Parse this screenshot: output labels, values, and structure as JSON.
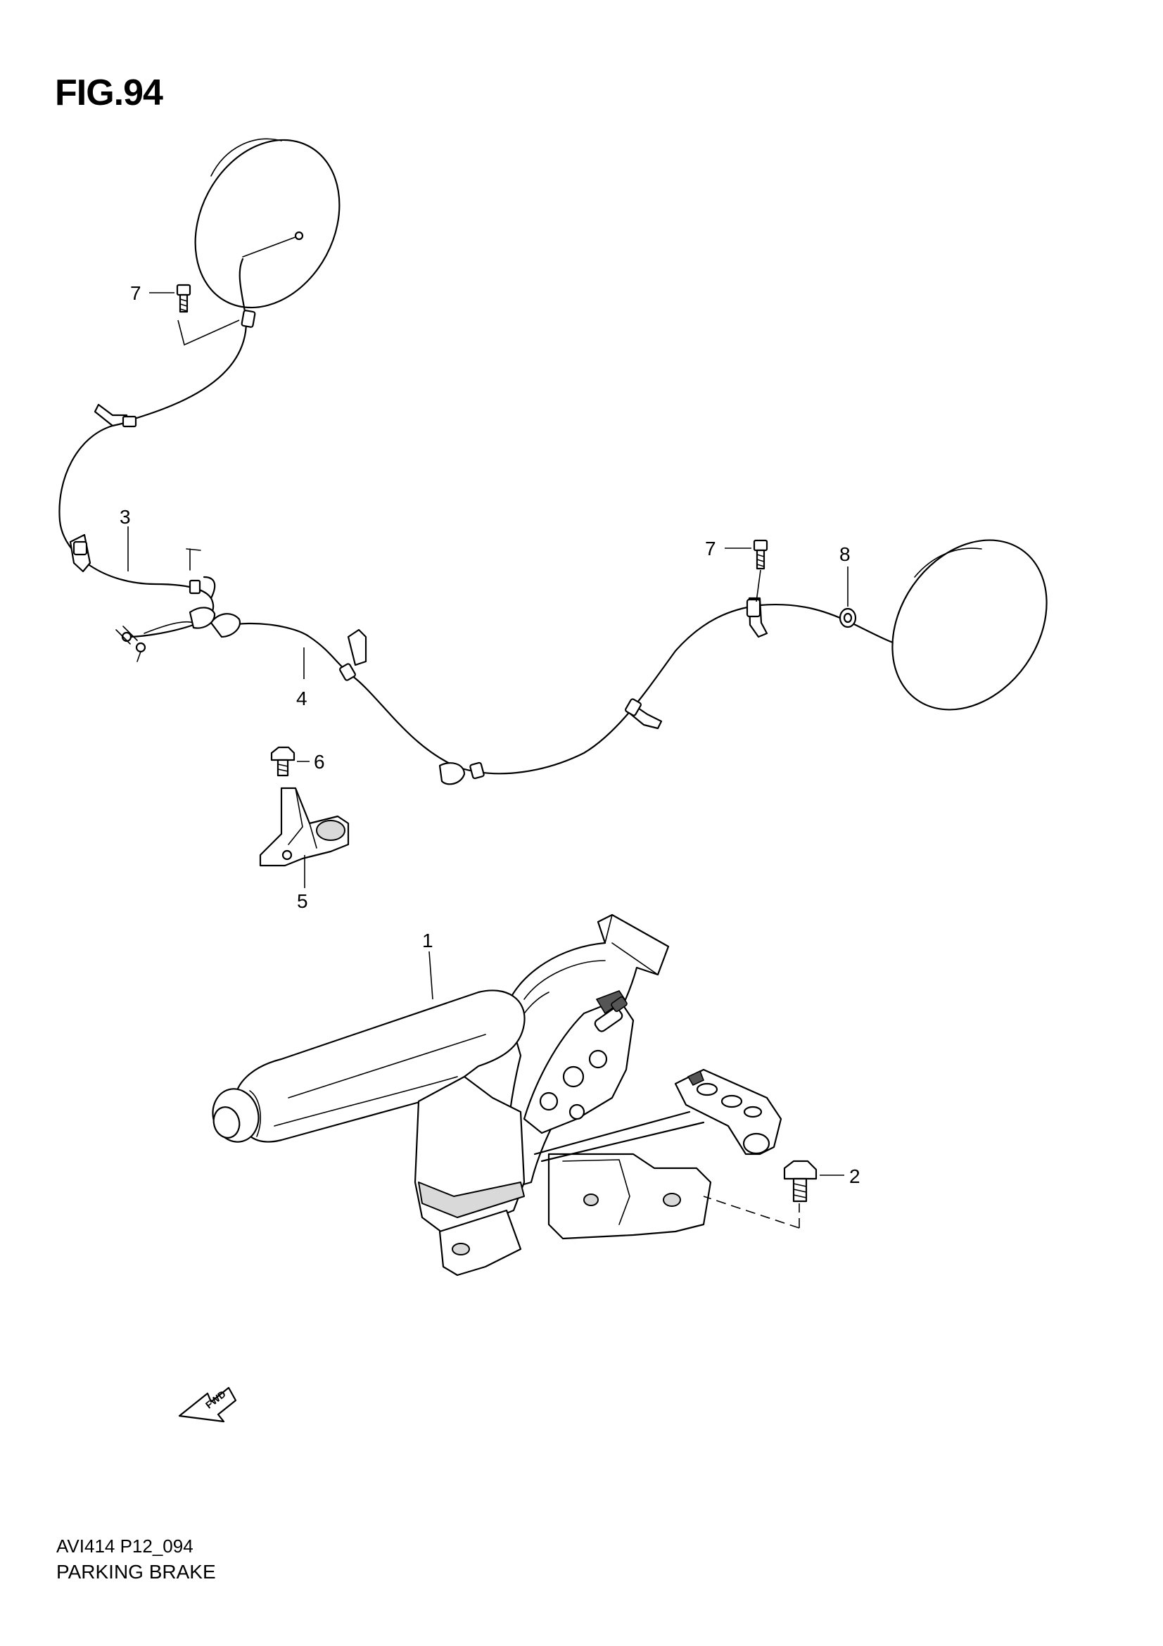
{
  "figure": {
    "title": "FIG.94"
  },
  "callouts": [
    {
      "id": "7a",
      "label": "7"
    },
    {
      "id": "3",
      "label": "3"
    },
    {
      "id": "4",
      "label": "4"
    },
    {
      "id": "6",
      "label": "6"
    },
    {
      "id": "5",
      "label": "5"
    },
    {
      "id": "7b",
      "label": "7"
    },
    {
      "id": "8",
      "label": "8"
    },
    {
      "id": "1",
      "label": "1"
    },
    {
      "id": "2",
      "label": "2"
    }
  ],
  "fwd_arrow": {
    "label": "FWD"
  },
  "footer": {
    "code": "AVI414 P12_094",
    "name": "PARKING BRAKE"
  }
}
